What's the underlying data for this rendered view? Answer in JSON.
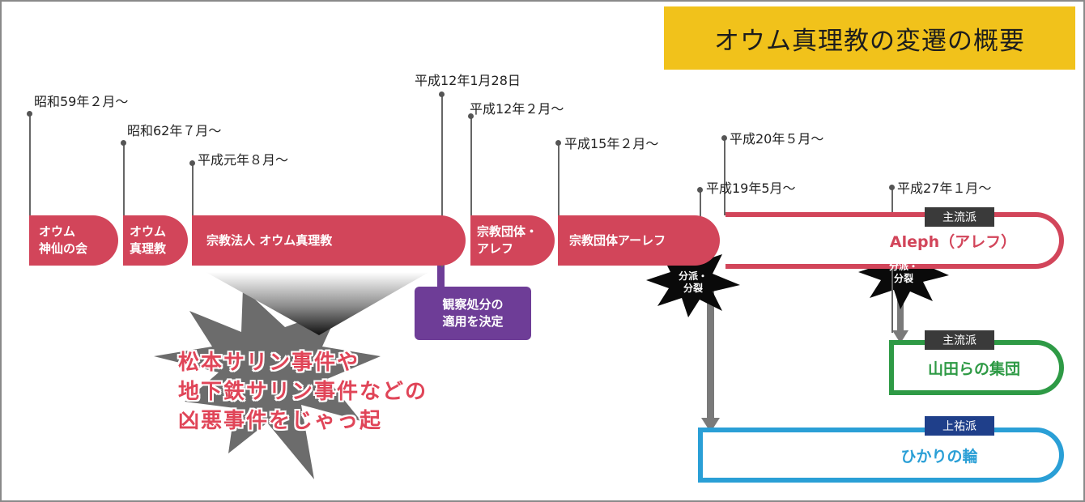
{
  "title": "オウム真理教の変遷の概要",
  "dates": {
    "d1": "昭和59年２月〜",
    "d2": "昭和62年７月〜",
    "d3": "平成元年８月〜",
    "d4": "平成12年1月28日",
    "d5": "平成12年２月〜",
    "d6": "平成15年２月〜",
    "d7": "平成20年５月〜",
    "d8": "平成19年5月〜",
    "d9": "平成27年１月〜"
  },
  "segments": {
    "s1_line1": "オウム",
    "s1_line2": "神仙の会",
    "s2_line1": "オウム",
    "s2_line2": "真理教",
    "s3": "宗教法人 オウム真理教",
    "s4_line1": "宗教団体・",
    "s4_line2": "アレフ",
    "s5": "宗教団体アーレフ"
  },
  "kanshi": {
    "line1": "観察処分の",
    "line2": "適用を決定"
  },
  "crimes": {
    "line1": "松本サリン事件や",
    "line2": "地下鉄サリン事件などの",
    "line3": "凶悪事件をじゃっ起"
  },
  "bursts": {
    "b1_line1": "分派・",
    "b1_line2": "分裂",
    "b2_line1": "分派・",
    "b2_line2": "分裂"
  },
  "groups": {
    "aleph": {
      "tag": "主流派",
      "name": "Aleph（アレフ）",
      "color": "#d2455a"
    },
    "yamada": {
      "tag": "主流派",
      "name": "山田らの集団",
      "color": "#2e9a45"
    },
    "hikari": {
      "tag": "上祐派",
      "name": "ひかりの輪",
      "color": "#2a9fd6"
    }
  },
  "colors": {
    "title_bg": "#f1c21b",
    "segment": "#d2455a",
    "kanshi": "#6e3d97",
    "crime_text": "#e04558",
    "tag_dark": "#3a3a3a",
    "tag_blue": "#1f3f8a"
  }
}
